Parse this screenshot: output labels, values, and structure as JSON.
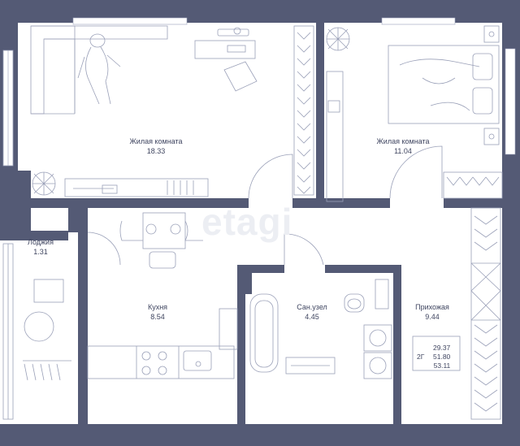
{
  "watermark": "etagi",
  "colors": {
    "wall": "#545a75",
    "line": "#9aa0b8",
    "text": "#3f4560"
  },
  "rooms": [
    {
      "id": "living1",
      "name": "Жилая комната",
      "area": "18.33"
    },
    {
      "id": "living2",
      "name": "Жилая комната",
      "area": "11.04"
    },
    {
      "id": "loggia",
      "name": "Лоджия",
      "area": "1.31"
    },
    {
      "id": "kitchen",
      "name": "Кухня",
      "area": "8.54"
    },
    {
      "id": "bath",
      "name": "Сан.узел",
      "area": "4.45"
    },
    {
      "id": "hall",
      "name": "Прихожая",
      "area": "9.44"
    }
  ],
  "apartment": {
    "type": "2Г",
    "areas": [
      "29.37",
      "51.80",
      "53.11"
    ]
  }
}
